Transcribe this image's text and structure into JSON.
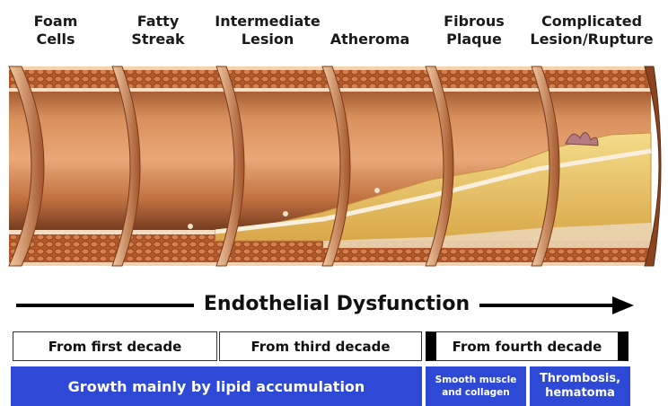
{
  "stages": [
    {
      "label": "Foam\nCells"
    },
    {
      "label": "Fatty\nStreak"
    },
    {
      "label": "Intermediate\nLesion"
    },
    {
      "label": "Atheroma"
    },
    {
      "label": "Fibrous\nPlaque"
    },
    {
      "label": "Complicated\nLesion/Rupture"
    }
  ],
  "dysfunction": {
    "title": "Endothelial Dysfunction"
  },
  "decades": [
    {
      "label": "From first decade"
    },
    {
      "label": "From third decade"
    },
    {
      "label": "From fourth decade"
    }
  ],
  "growth": [
    {
      "label": "Growth mainly by lipid accumulation"
    },
    {
      "label": "Smooth muscle\nand collagen"
    },
    {
      "label": "Thrombosis,\nhematoma"
    }
  ],
  "colors": {
    "vessel_wall": "#c8703e",
    "lumen_dark": "#5a2a12",
    "plaque": "#e8c46a",
    "blue_box": "#2d49d6"
  }
}
